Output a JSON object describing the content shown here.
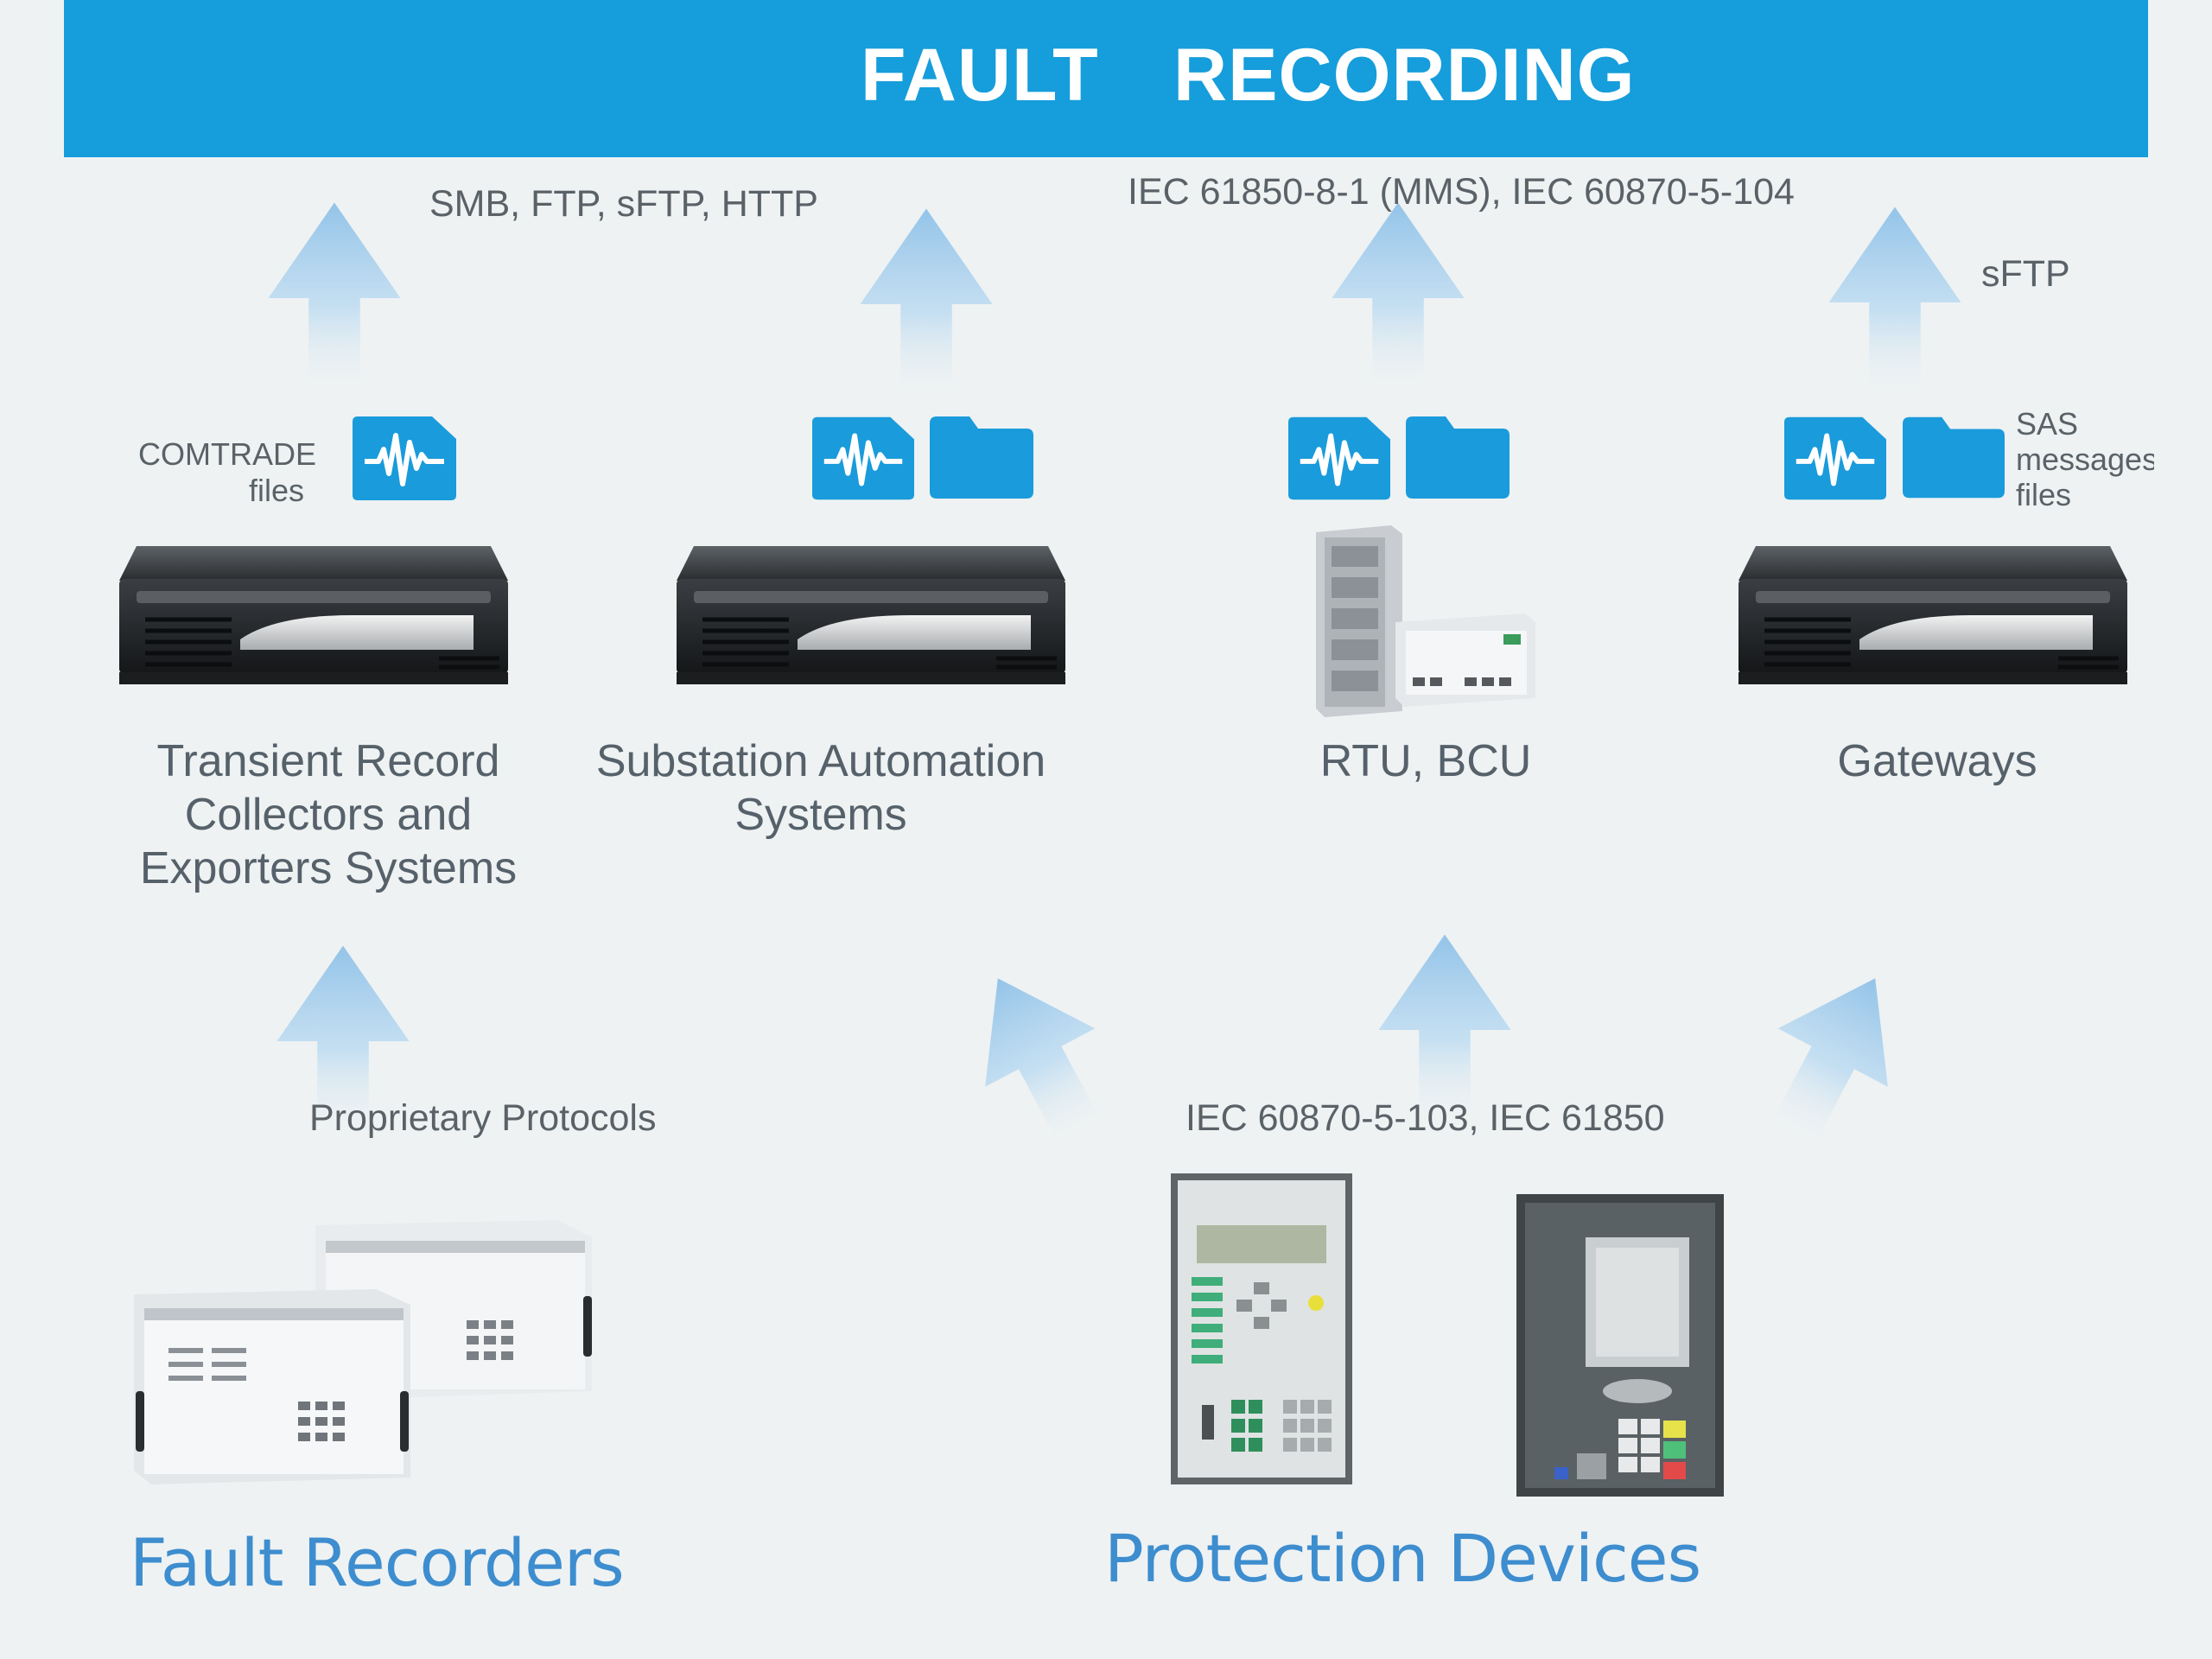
{
  "header": {
    "title_left": "FAULT",
    "title_right": "RECORDING"
  },
  "protocols": {
    "top_left": "SMB, FTP, sFTP, HTTP",
    "top_center": "IEC 61850-8-1 (MMS), IEC 60870-5-104",
    "top_right": "sFTP",
    "bottom_left": "Proprietary Protocols",
    "bottom_right": "IEC 60870-5-103, IEC 61850"
  },
  "file_labels": {
    "comtrade_line1": "COMTRADE",
    "comtrade_line2": "files",
    "sas_line1": "SAS",
    "sas_line2": "messages",
    "sas_line3": "files"
  },
  "systems": {
    "trc_line1": "Transient Record",
    "trc_line2": "Collectors and",
    "trc_line3": "Exporters Systems",
    "sas_line1": "Substation Automation",
    "sas_line2": "Systems",
    "rtu": "RTU, BCU",
    "gateways": "Gateways"
  },
  "sources": {
    "fault_recorders": "Fault Recorders",
    "protection_devices": "Protection Devices"
  },
  "icons": {
    "waveform_file": "waveform-file-icon",
    "folder": "folder-icon",
    "arrow": "up-arrow-icon"
  },
  "colors": {
    "banner": "#169ddb",
    "icon": "#1a9bdb",
    "source_label": "#3d8dcf",
    "arrow": "#9dcaea"
  }
}
